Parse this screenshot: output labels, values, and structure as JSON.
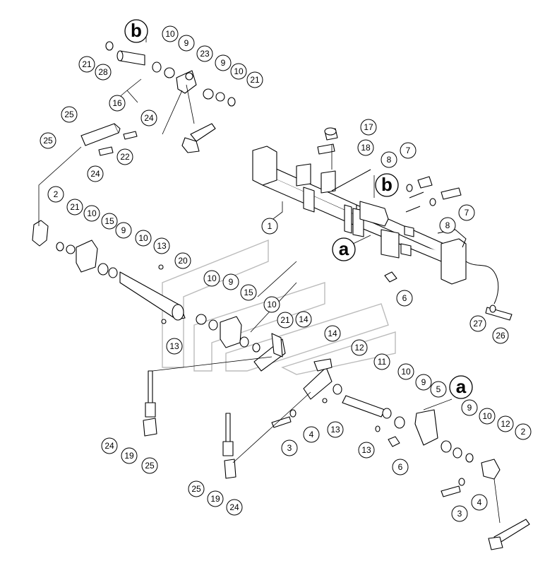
{
  "references": {
    "b": "b",
    "a": "a"
  },
  "callouts": {
    "c1": "1",
    "c2a": "2",
    "c2b": "2",
    "c3a": "3",
    "c3b": "3",
    "c4a": "4",
    "c4b": "4",
    "c5": "5",
    "c6a": "6",
    "c6b": "6",
    "c7a": "7",
    "c7b": "7",
    "c8a": "8",
    "c8b": "8",
    "c9a": "9",
    "c9b": "9",
    "c9c": "9",
    "c9d": "9",
    "c9e": "9",
    "c9f": "9",
    "c10a": "10",
    "c10b": "10",
    "c10c": "10",
    "c10d": "10",
    "c10e": "10",
    "c10f": "10",
    "c10g": "10",
    "c10h": "10",
    "c11": "11",
    "c12a": "12",
    "c12b": "12",
    "c13a": "13",
    "c13b": "13",
    "c13c": "13",
    "c13d": "13",
    "c14a": "14",
    "c14b": "14",
    "c15a": "15",
    "c15b": "15",
    "c16": "16",
    "c17": "17",
    "c18": "18",
    "c19a": "19",
    "c19b": "19",
    "c20": "20",
    "c21a": "21",
    "c21b": "21",
    "c21c": "21",
    "c21d": "21",
    "c22": "22",
    "c23": "23",
    "c24a": "24",
    "c24b": "24",
    "c24c": "24",
    "c24d": "24",
    "c25a": "25",
    "c25b": "25",
    "c25c": "25",
    "c25d": "25",
    "c26": "26",
    "c27": "27",
    "c28": "28"
  }
}
